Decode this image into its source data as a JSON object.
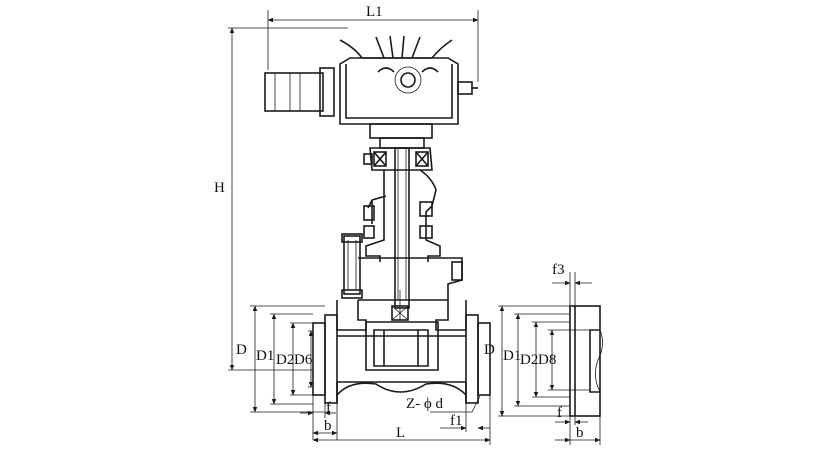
{
  "labels": {
    "L1": "L1",
    "H": "H",
    "D": "D",
    "D1": "D1",
    "D2": "D2",
    "D6": "D6",
    "f": "f",
    "b": "b",
    "L": "L",
    "zd": "Z- ϕ d",
    "f1": "f1",
    "f3": "f3",
    "rD": "D",
    "rD1": "D1",
    "rD2": "D2",
    "rD8": "D8",
    "rf": "f",
    "rb": "b"
  }
}
